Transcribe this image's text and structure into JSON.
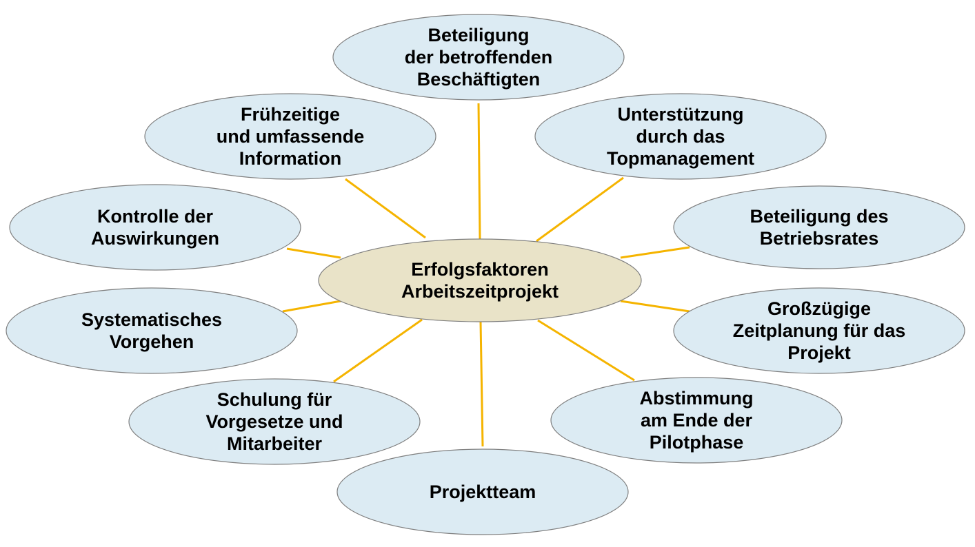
{
  "colors": {
    "connector": "#f5b400",
    "node_fill": "#dcebf3",
    "center_fill": "#e9e3c8",
    "outline": "#7f7f7f"
  },
  "center": {
    "lines": [
      "Erfolgsfaktoren",
      "Arbeitszeitprojekt"
    ]
  },
  "nodes": [
    {
      "id": "beteiligung-beschaeftigte",
      "lines": [
        "Beteiligung",
        "der betroffenden",
        "Beschäftigten"
      ]
    },
    {
      "id": "unterstuetzung-topmanagement",
      "lines": [
        "Unterstützung",
        "durch das",
        "Topmanagement"
      ]
    },
    {
      "id": "beteiligung-betriebsrat",
      "lines": [
        "Beteiligung des",
        "Betriebsrates"
      ]
    },
    {
      "id": "zeitplanung",
      "lines": [
        "Großzügige",
        "Zeitplanung für das",
        "Projekt"
      ]
    },
    {
      "id": "abstimmung-pilotphase",
      "lines": [
        "Abstimmung",
        "am Ende der",
        "Pilotphase"
      ]
    },
    {
      "id": "projektteam",
      "lines": [
        "Projektteam"
      ]
    },
    {
      "id": "schulung",
      "lines": [
        "Schulung für",
        "Vorgesetze und",
        "Mitarbeiter"
      ]
    },
    {
      "id": "systematisches-vorgehen",
      "lines": [
        "Systematisches",
        "Vorgehen"
      ]
    },
    {
      "id": "kontrolle-auswirkungen",
      "lines": [
        "Kontrolle der",
        "Auswirkungen"
      ]
    },
    {
      "id": "fruehzeitige-information",
      "lines": [
        "Frühzeitige",
        "und umfassende",
        "Information"
      ]
    }
  ]
}
